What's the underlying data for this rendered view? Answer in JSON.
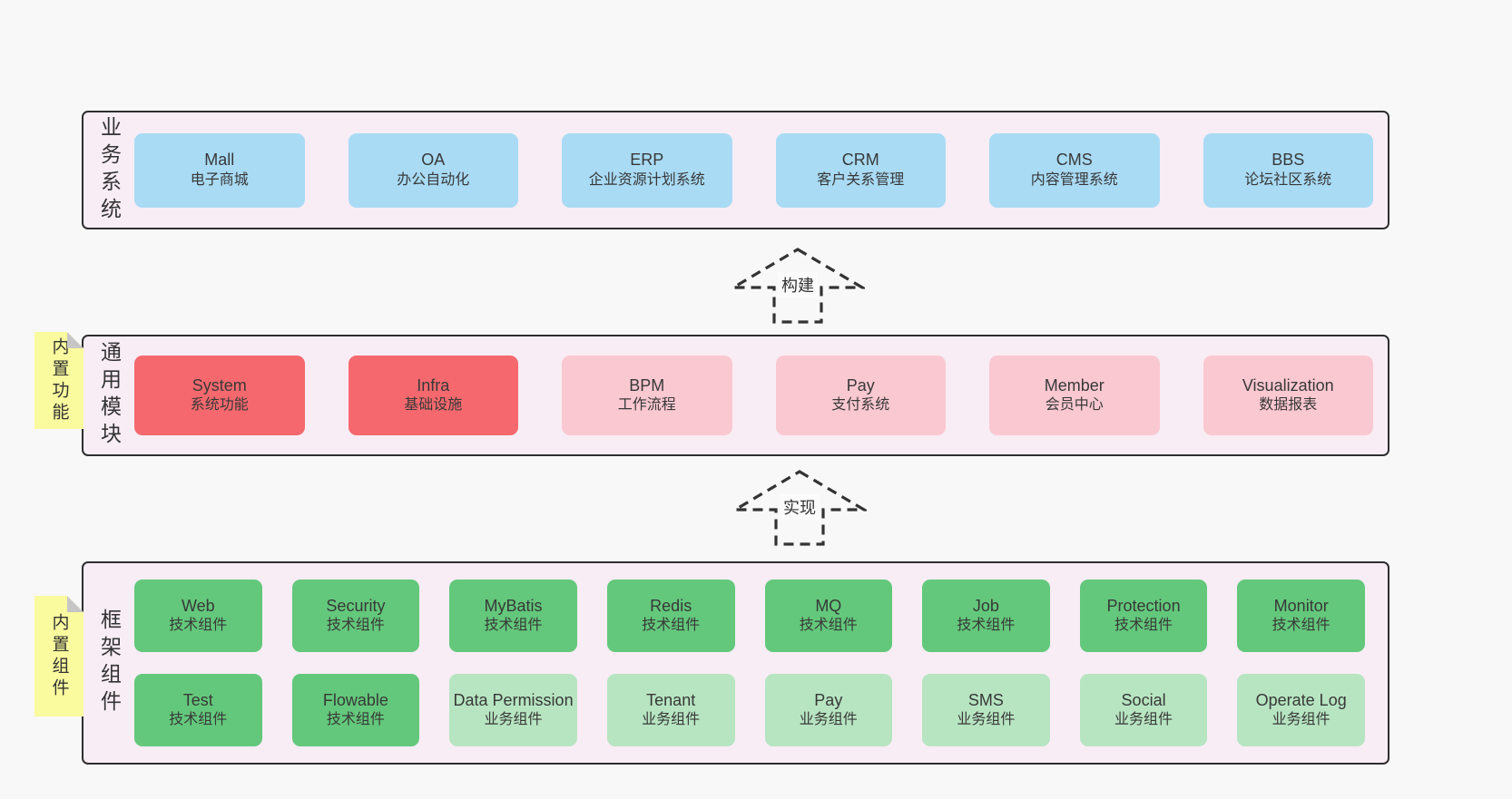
{
  "colors": {
    "page_background": "#f8f8f8",
    "container_background": "#f8edf5",
    "container_border": "#2e2e2e",
    "box_blue": "#a9dbf5",
    "box_red": "#f5696e",
    "box_pink": "#fac8d1",
    "box_green": "#63c87b",
    "box_green_light": "#b7e5c1",
    "sticky_yellow": "#fafa9e",
    "text": "#383838"
  },
  "arrows": {
    "build": "构建",
    "implement": "实现"
  },
  "layers": [
    {
      "label": "业务系统",
      "rows": [
        [
          {
            "name": "Mall",
            "desc": "电子商城"
          },
          {
            "name": "OA",
            "desc": "办公自动化"
          },
          {
            "name": "ERP",
            "desc": "企业资源计划系统"
          },
          {
            "name": "CRM",
            "desc": "客户关系管理"
          },
          {
            "name": "CMS",
            "desc": "内容管理系统"
          },
          {
            "name": "BBS",
            "desc": "论坛社区系统"
          }
        ]
      ]
    },
    {
      "label": "通用模块",
      "sticky": "内置功能",
      "rows": [
        [
          {
            "name": "System",
            "desc": "系统功能"
          },
          {
            "name": "Infra",
            "desc": "基础设施"
          },
          {
            "name": "BPM",
            "desc": "工作流程"
          },
          {
            "name": "Pay",
            "desc": "支付系统"
          },
          {
            "name": "Member",
            "desc": "会员中心"
          },
          {
            "name": "Visualization",
            "desc": "数据报表"
          }
        ]
      ]
    },
    {
      "label": "框架组件",
      "sticky": "内置组件",
      "rows": [
        [
          {
            "name": "Web",
            "desc": "技术组件"
          },
          {
            "name": "Security",
            "desc": "技术组件"
          },
          {
            "name": "MyBatis",
            "desc": "技术组件"
          },
          {
            "name": "Redis",
            "desc": "技术组件"
          },
          {
            "name": "MQ",
            "desc": "技术组件"
          },
          {
            "name": "Job",
            "desc": "技术组件"
          },
          {
            "name": "Protection",
            "desc": "技术组件"
          },
          {
            "name": "Monitor",
            "desc": "技术组件"
          }
        ],
        [
          {
            "name": "Test",
            "desc": "技术组件"
          },
          {
            "name": "Flowable",
            "desc": "技术组件"
          },
          {
            "name": "Data Permission",
            "desc": "业务组件"
          },
          {
            "name": "Tenant",
            "desc": "业务组件"
          },
          {
            "name": "Pay",
            "desc": "业务组件"
          },
          {
            "name": "SMS",
            "desc": "业务组件"
          },
          {
            "name": "Social",
            "desc": "业务组件"
          },
          {
            "name": "Operate Log",
            "desc": "业务组件"
          }
        ]
      ]
    }
  ]
}
